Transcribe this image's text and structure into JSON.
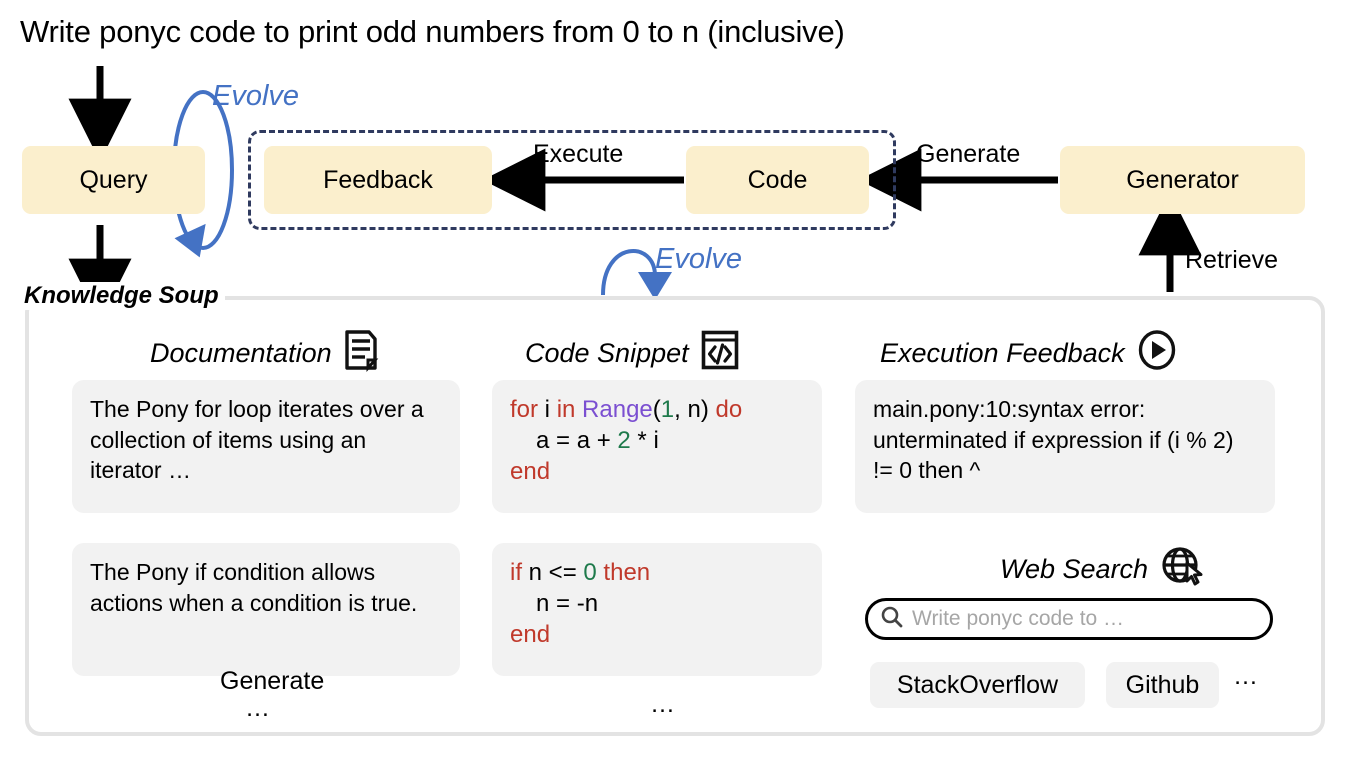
{
  "title": "Write ponyc code to print odd numbers from 0 to n (inclusive)",
  "flow": {
    "query": "Query",
    "feedback": "Feedback",
    "code": "Code",
    "generator": "Generator",
    "edges": {
      "execute": "Execute",
      "generate": "Generate",
      "retrieve": "Retrieve",
      "evolve_query": "Evolve",
      "evolve_soup": "Evolve",
      "generate_soup": "Generate"
    }
  },
  "knowledge_soup": {
    "title": "Knowledge Soup",
    "columns": [
      {
        "label": "Documentation",
        "icon": "document-icon"
      },
      {
        "label": "Code Snippet",
        "icon": "code-brackets-icon"
      },
      {
        "label": "Execution Feedback",
        "icon": "play-circle-icon"
      }
    ],
    "documentation": [
      "The Pony for loop iterates over a collection of items using an iterator …",
      "The Pony if condition allows actions when a condition is true."
    ],
    "code_snippets": [
      {
        "lines": [
          [
            {
              "t": "for",
              "c": "kw"
            },
            {
              "t": " i ",
              "c": "pl"
            },
            {
              "t": "in",
              "c": "kw"
            },
            {
              "t": " ",
              "c": "pl"
            },
            {
              "t": "Range",
              "c": "ty"
            },
            {
              "t": "(",
              "c": "pl"
            },
            {
              "t": "1",
              "c": "num"
            },
            {
              "t": ", n) ",
              "c": "pl"
            },
            {
              "t": "do",
              "c": "kw"
            }
          ],
          [
            {
              "t": "a = a + ",
              "c": "pl"
            },
            {
              "t": "2",
              "c": "num"
            },
            {
              "t": " * i",
              "c": "pl"
            }
          ],
          [
            {
              "t": "end",
              "c": "kw"
            }
          ]
        ]
      },
      {
        "lines": [
          [
            {
              "t": "if",
              "c": "kw"
            },
            {
              "t": " n <= ",
              "c": "pl"
            },
            {
              "t": "0",
              "c": "num"
            },
            {
              "t": " ",
              "c": "pl"
            },
            {
              "t": "then",
              "c": "kw"
            }
          ],
          [
            {
              "t": "n = -n",
              "c": "pl"
            }
          ],
          [
            {
              "t": "end",
              "c": "kw"
            }
          ]
        ]
      }
    ],
    "execution_feedback": [
      "main.pony:10:syntax error: unterminated if expression if (i % 2) != 0 then ^"
    ],
    "web_search": {
      "label": "Web Search",
      "icon": "globe-cursor-icon",
      "search_icon": "search-icon",
      "placeholder": "Write ponyc code to …",
      "sources": [
        "StackOverflow",
        "Github"
      ],
      "more": "…"
    },
    "ellipsis_documentation": "…",
    "ellipsis_code": "…"
  },
  "colors": {
    "box_fill": "#FBEFCD",
    "dashed_border": "#2F3A5F",
    "evolve_blue": "#4472C4",
    "card_fill": "#F2F2F2",
    "panel_border": "#E3E3E3",
    "keyword_red": "#C0392B",
    "type_purple": "#7B4FD1",
    "number_green": "#1E7A4B"
  }
}
